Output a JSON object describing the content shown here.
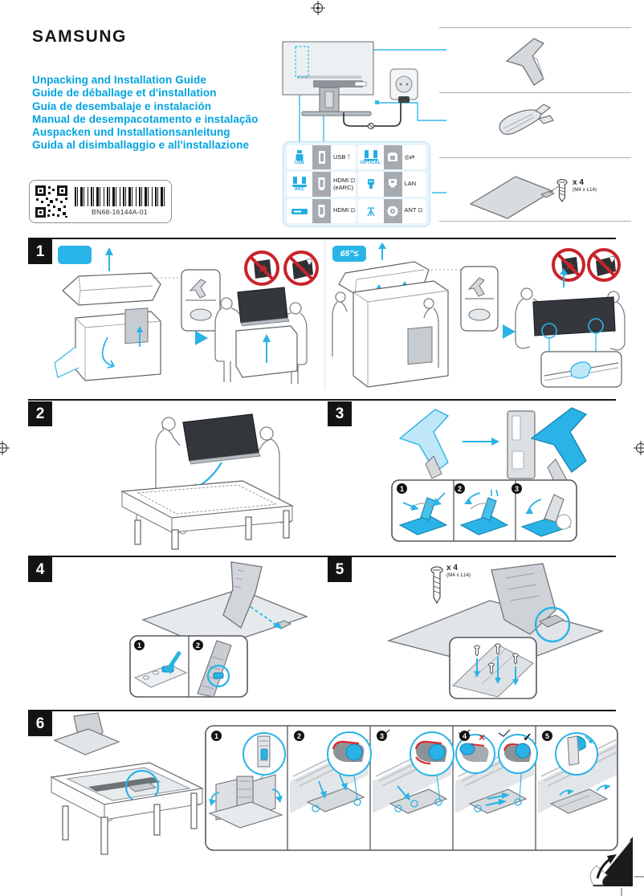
{
  "page": {
    "brand": "SAMSUNG",
    "part_code": "BN68-16144A-01"
  },
  "titles": [
    "Unpacking and Installation Guide",
    "Guide de déballage et d'installation",
    "Guía de desembalaje e instalación",
    "Manual de desempacotamento e instalação",
    "Auspacken und Installationsanleitung",
    "Guida al disimballaggio e all'installazione"
  ],
  "ports": {
    "left": [
      {
        "device_label": "USB",
        "label": "USB",
        "suffix": "ᛉ"
      },
      {
        "device_label": "ARC",
        "label": "HDMI",
        "suffix": "⊡",
        "label2": "(eARC)"
      },
      {
        "device_label": "",
        "label": "HDMI",
        "suffix": "⊡"
      }
    ],
    "right": [
      {
        "device_label": "OPTICAL",
        "label": "◎⇄",
        "suffix": ""
      },
      {
        "device_label": "",
        "label": "LAN",
        "suffix": ""
      },
      {
        "device_label": "",
        "label": "ANT",
        "suffix": "⊡"
      }
    ]
  },
  "accessories": {
    "screw_qty": "x 4",
    "screw_spec": "(M4 x L14)"
  },
  "sections": {
    "s1": {
      "num": "1",
      "badge_small": "",
      "badge_large": "65\"≤"
    },
    "s2": {
      "num": "2"
    },
    "s3": {
      "num": "3",
      "steps": [
        "1",
        "2",
        "3"
      ]
    },
    "s4": {
      "num": "4",
      "steps": [
        "1",
        "2"
      ]
    },
    "s5": {
      "num": "5",
      "screw_qty": "x 4",
      "screw_spec": "(M4 x L14)"
    },
    "s6": {
      "num": "6",
      "steps": [
        "1",
        "2",
        "3",
        "4",
        "5"
      ],
      "wrong_mark": "×",
      "check_mark": "✓"
    }
  }
}
